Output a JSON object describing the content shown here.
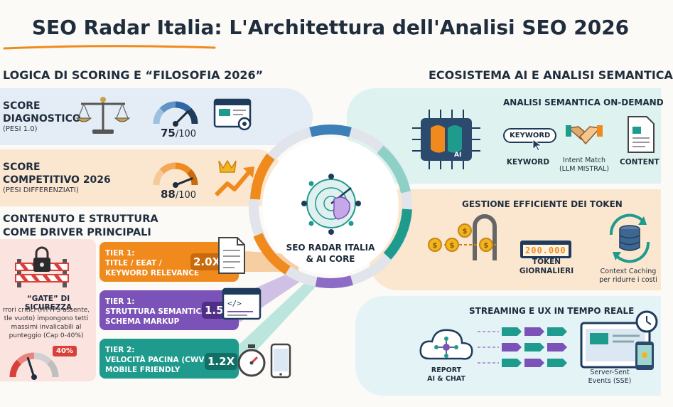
{
  "title": "SEO Radar Italia: L'Architettura dell'Analisi SEO 2026",
  "left": {
    "heading": "LOGICA DI SCORING E “FILOSOFIA 2026”",
    "score_diag": {
      "title_lines": [
        "SCORE",
        "DIAGNOSTICO"
      ],
      "sub": "(PESI 1.0)",
      "value": "75",
      "max": "/100",
      "gauge_fraction": 0.75
    },
    "score_comp": {
      "title_lines": [
        "SCORE",
        "COMPETITIVO 2026"
      ],
      "sub": "(PESI DIFFERENZIATI)",
      "value": "88",
      "max": "/100",
      "gauge_fraction": 0.88
    },
    "contenuto_heading_lines": [
      "CONTENUTO E STRUTTURA",
      "COME DRIVER PRINCIPALI"
    ],
    "gate": {
      "title": "“GATE” DI SICUREZZA",
      "lines": [
        "rrori critici (HTTPS assente,",
        "tle vuoto) impongono tetti",
        "massimi invalicabili al",
        "punteggio (Cap 0-40%)"
      ],
      "badge": "40%",
      "gauge_fraction": 0.4
    },
    "tiers": [
      {
        "lines": [
          "TIER 1:",
          "TITLE / EEAT /",
          "KEYWORD RELEVANCE"
        ],
        "mult": "2.0X",
        "color": "#f08a1c"
      },
      {
        "lines": [
          "TIER 1:",
          "STRUTTURA SEMANTICA /",
          "SCHEMA MARKUP"
        ],
        "mult": "1.5X",
        "color": "#7b52b8"
      },
      {
        "lines": [
          "TIER 2:",
          "VELOCITÀ PACINA (CWV) /",
          "MOBILE FRIENDLY"
        ],
        "mult": "1.2X",
        "color": "#1f9b8e"
      }
    ]
  },
  "center": {
    "lines": [
      "SEO RADAR ITALIA",
      "& AI CORE"
    ]
  },
  "right": {
    "heading": "ECOSISTEMA AI E ANALISI SEMANTICA",
    "semantica": {
      "title": "ANALISI SEMANTICA ON-DEMAND",
      "keyword_chip": "KEYWORD",
      "keyword_label": "KEYWORD",
      "intent_lines": [
        "Intent Match",
        "(LLM MISTRAL)"
      ],
      "content_label": "CONTENT",
      "chip_text": "AI"
    },
    "token": {
      "title": "GESTIONE EFFICIENTE DEI TOKEN",
      "counter": "200.000",
      "label_lines": [
        "TOKEN",
        "GIORNALIERI"
      ],
      "cache_lines": [
        "Context Caching",
        "per ridurre i costi"
      ]
    },
    "streaming": {
      "title": "STREAMING E UX IN TEMPO REALE",
      "report_lines": [
        "REPORT",
        "AI & CHAT"
      ],
      "sse_lines": [
        "Server-Sent",
        "Events (SSE)"
      ]
    }
  },
  "colors": {
    "orange": "#f08a1c",
    "purple": "#7b52b8",
    "teal": "#1f9b8e",
    "navy": "#1f3b5c",
    "red": "#d9403a"
  }
}
